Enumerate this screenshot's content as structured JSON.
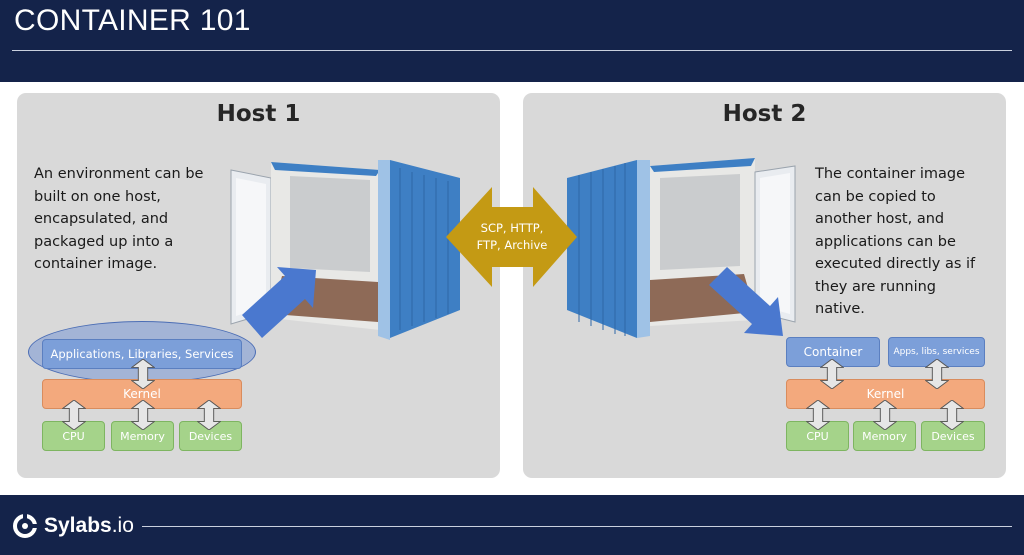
{
  "header": {
    "title": "CONTAINER 101"
  },
  "footer": {
    "brand_main": "Sylabs",
    "brand_suffix": ".io"
  },
  "host1": {
    "title": "Host 1",
    "text": [
      "An environment can be",
      "built on one host,",
      "encapsulated, and",
      "packaged up into a",
      "container image."
    ],
    "apps": "Applications, Libraries, Services",
    "kernel": "Kernel",
    "hw": [
      "CPU",
      "Memory",
      "Devices"
    ]
  },
  "host2": {
    "title": "Host 2",
    "text": [
      "The container image",
      "can be copied to",
      "another host, and",
      "applications can be",
      "executed directly as if",
      "they are running",
      "native."
    ],
    "container": "Container",
    "apps": "Apps, libs, services",
    "kernel": "Kernel",
    "hw": [
      "CPU",
      "Memory",
      "Devices"
    ]
  },
  "transfer": {
    "lines": [
      "SCP, HTTP,",
      "FTP, Archive"
    ]
  },
  "colors": {
    "navy": "#14234a",
    "panel": "#d9d9d9",
    "transfer": "#c49a14",
    "arrow_blue": "#4a78cf",
    "container_blue": "#3e7fc4"
  }
}
